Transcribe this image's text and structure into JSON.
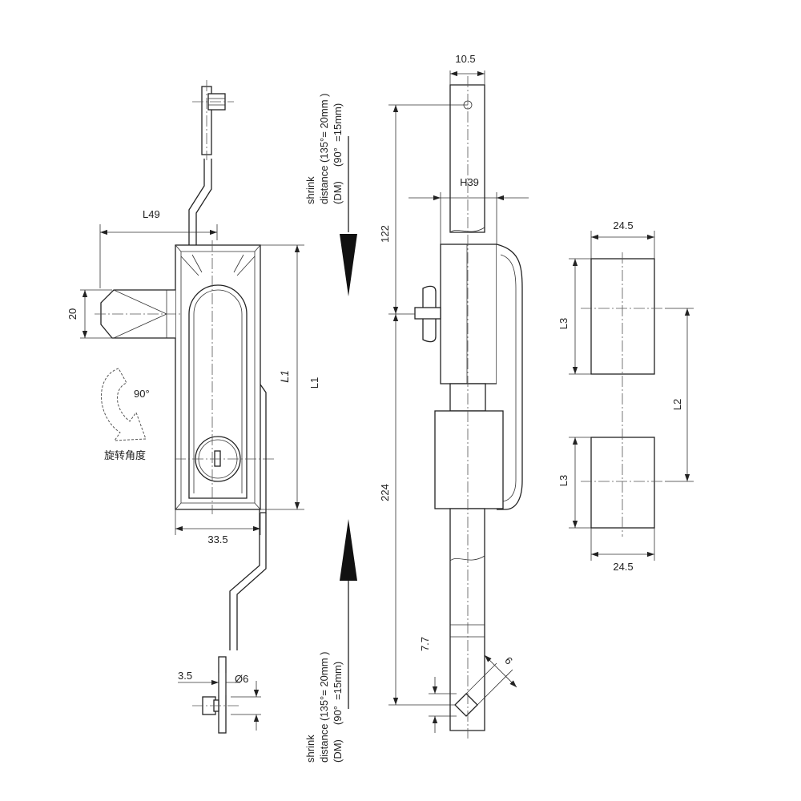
{
  "dimensions": {
    "l49": "L49",
    "d20": "20",
    "l1_italic": "L1",
    "l1": "L1",
    "d33_5": "33.5",
    "d3_5": "3.5",
    "phi6": "Ø6",
    "d10_5": "10.5",
    "h39": "H39",
    "d122": "122",
    "d224": "224",
    "d7_7": "7.7",
    "d6": "6",
    "d24_5_top": "24.5",
    "d24_5_bottom": "24.5",
    "l3_top": "L3",
    "l3_bottom": "L3",
    "l2": "L2"
  },
  "rotation": {
    "angle": "90°",
    "caption": "旋转角度"
  },
  "shrink_top": {
    "line1": "shrink",
    "line2": "distance (135°= 20mm )",
    "line3": "(DM)     (90°  =15mm)"
  },
  "shrink_bottom": {
    "line1": "shrink",
    "line2": "distance (135°= 20mm )",
    "line3": "(DM)     (90°  =15mm)"
  }
}
